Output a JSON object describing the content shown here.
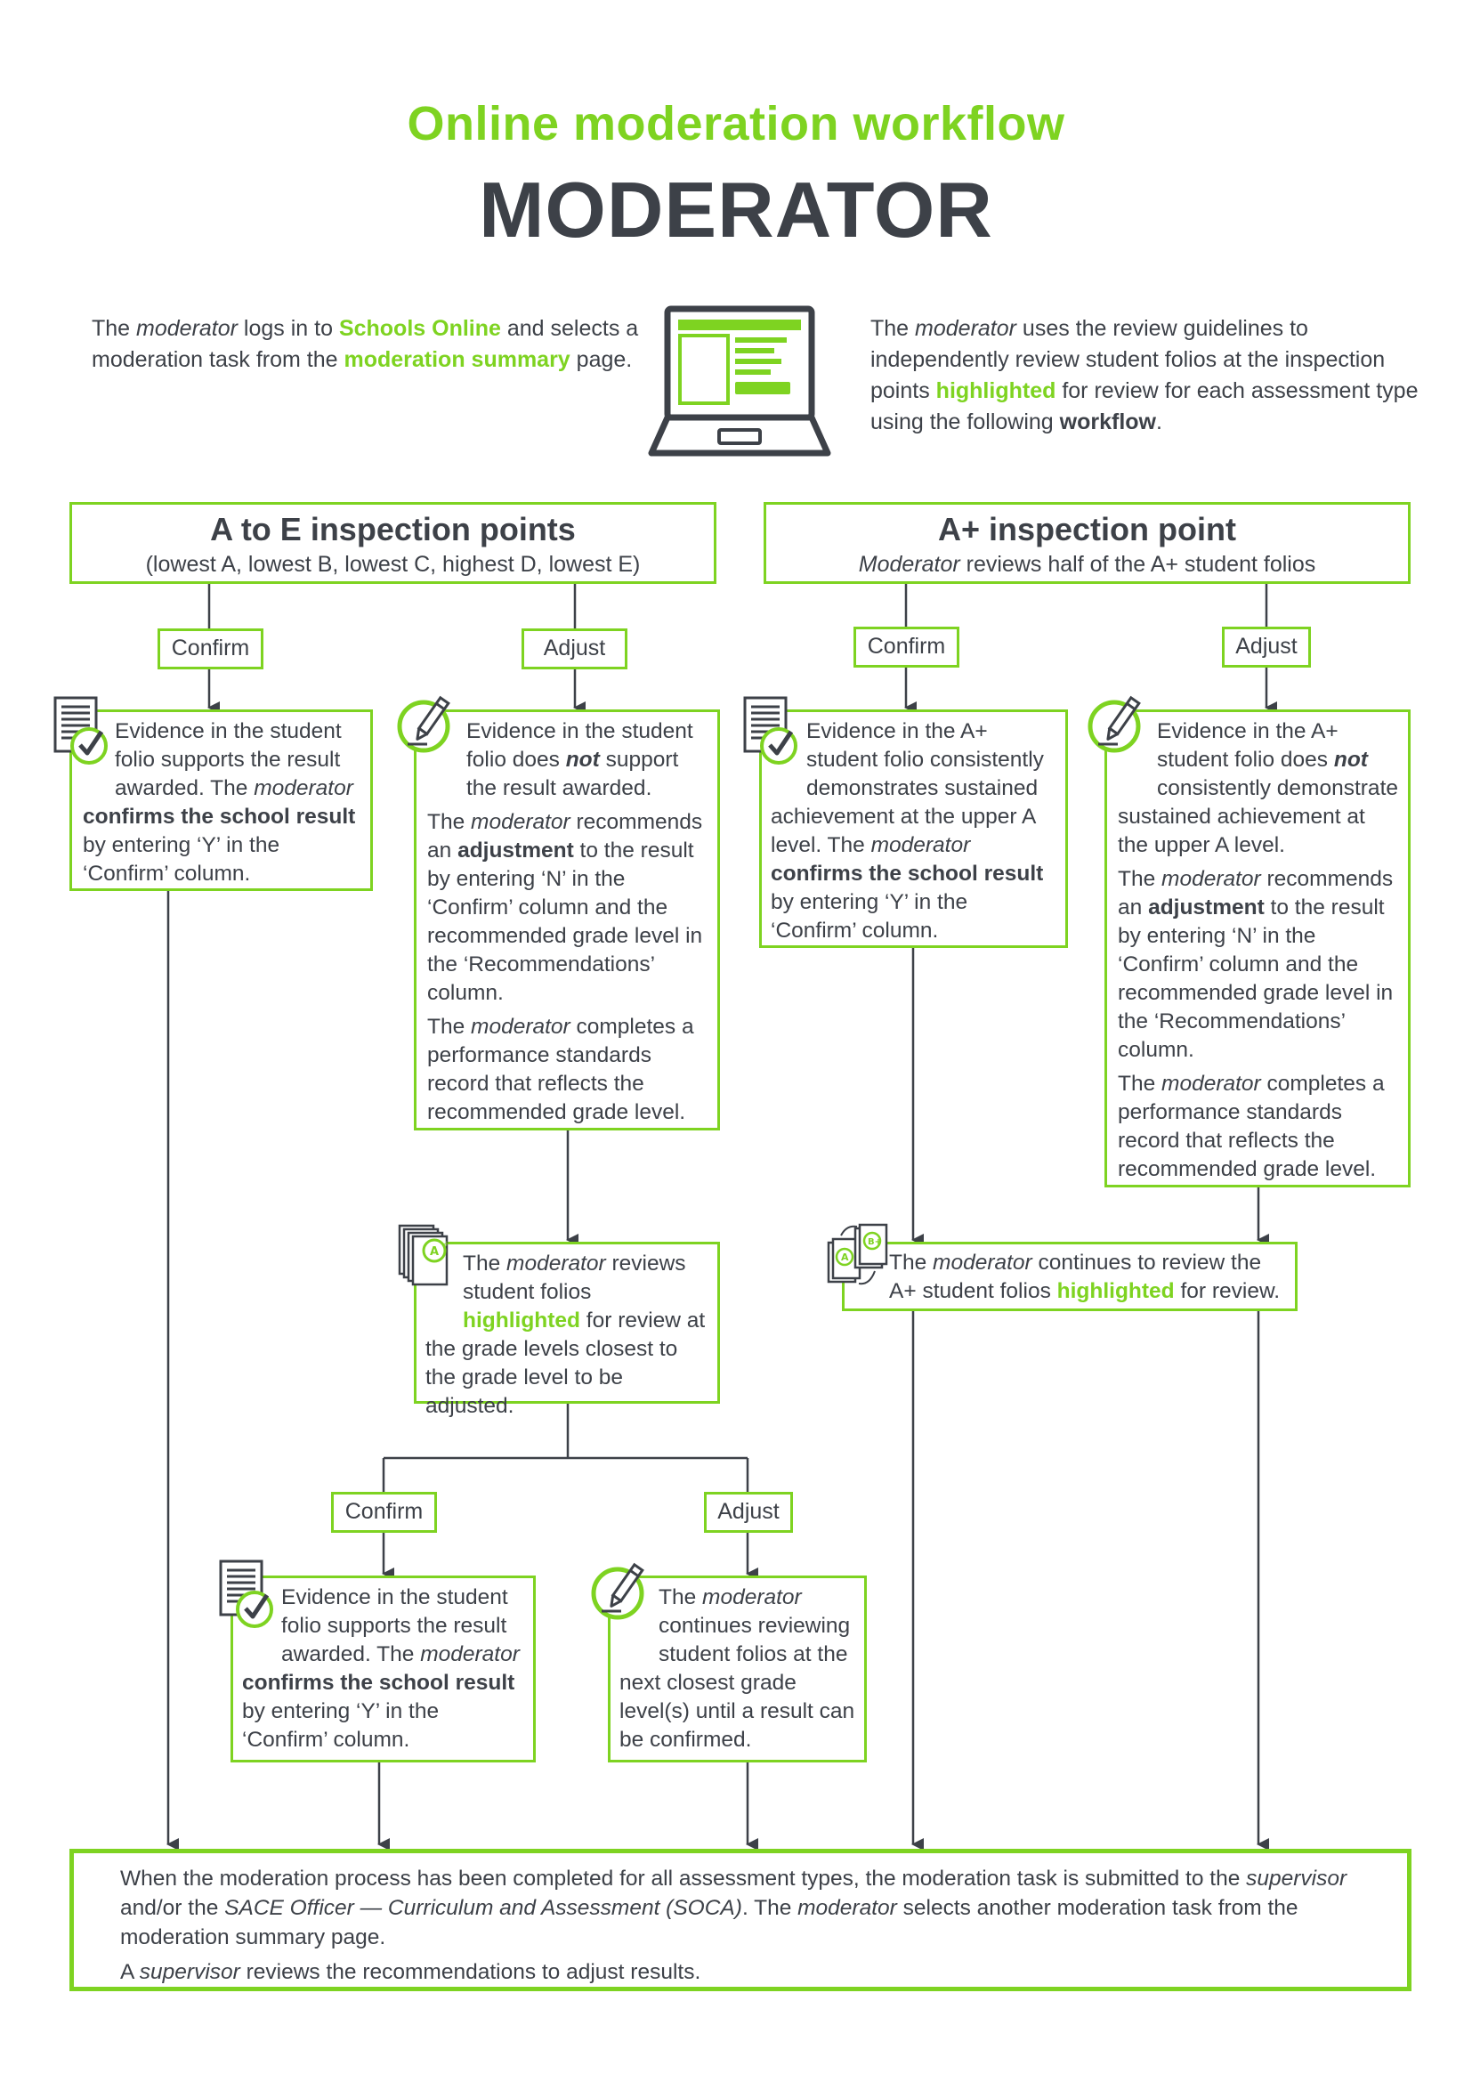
{
  "header": {
    "title": "Online moderation workflow",
    "subtitle": "MODERATOR"
  },
  "intro": {
    "left": {
      "t1": "The ",
      "t2": "moderator",
      "t3": " logs in to ",
      "t4": "Schools Online",
      "t5": " and selects a moderation task from the ",
      "t6": "moderation summary",
      "t7": " page."
    },
    "right": {
      "t1": "The ",
      "t2": "moderator",
      "t3": " uses the review guidelines to independently review student folios at the inspection points ",
      "t4": "highlighted",
      "t5": " for review for each assessment type using the following ",
      "t6": "workflow",
      "t7": "."
    },
    "laptop_icon": "laptop-icon"
  },
  "a_to_e": {
    "title": "A to E inspection points",
    "subtitle": "(lowest A, lowest B, lowest C, highest D, lowest E)",
    "confirm_label": "Confirm",
    "adjust_label": "Adjust",
    "confirm_box": {
      "t1": "Evidence in the student folio supports the result awarded. The ",
      "t2": "moderator",
      "t3": " ",
      "t4": "confirms the school result",
      "t5": " by entering ‘Y’ in the ‘Confirm’ column."
    },
    "adjust_box": {
      "p1a": "Evidence in the student folio does ",
      "p1b": "not",
      "p1c": " support the result awarded.",
      "p2a": "The ",
      "p2b": "moderator",
      "p2c": " recommends an ",
      "p2d": "adjustment",
      "p2e": " to the result by entering ‘N’ in the ‘Confirm’ column and the recommended grade level in the ‘Recommendations’ column.",
      "p3a": "The ",
      "p3b": "moderator",
      "p3c": " completes a performance standards record that reflects the recommended grade level."
    },
    "review_box": {
      "t1": "The ",
      "t2": "moderator",
      "t3": " reviews student folios ",
      "t4": "highlighted",
      "t5": " for review at the grade levels closest to the grade level to be adjusted."
    },
    "confirm2_label": "Confirm",
    "adjust2_label": "Adjust",
    "confirm2_box": {
      "t1": "Evidence in the student folio supports the result awarded. The ",
      "t2": "moderator",
      "t3": " ",
      "t4": "confirms the school result",
      "t5": " by entering ‘Y’ in the ‘Confirm’ column."
    },
    "adjust2_box": {
      "t1": "The ",
      "t2": "moderator",
      "t3": " continues reviewing student folios at the next closest grade level(s) until a result can be confirmed."
    }
  },
  "a_plus": {
    "title": "A+ inspection point",
    "sub_a": "Moderator",
    "sub_b": " reviews half of the A+ student folios",
    "confirm_label": "Confirm",
    "adjust_label": "Adjust",
    "confirm_box": {
      "t1": "Evidence in the A+ student folio consistently demonstrates sustained achievement at the upper A level. The ",
      "t2": "moderator",
      "t3": " ",
      "t4": "confirms the school result",
      "t5": " by entering ‘Y’ in the ‘Confirm’ column."
    },
    "adjust_box": {
      "p1a": "Evidence in the A+ student folio does ",
      "p1b": "not",
      "p1c": " consistently demonstrate sustained achievement at the upper A level.",
      "p2a": "The ",
      "p2b": "moderator",
      "p2c": " recommends an ",
      "p2d": "adjustment",
      "p2e": " to the result by entering ‘N’ in the ‘Confirm’ column and the recommended grade level in the ‘Recommendations’ column.",
      "p3a": "The ",
      "p3b": "moderator",
      "p3c": " completes a performance standards record that reflects the recommended grade level."
    },
    "continue_box": {
      "t1": "The ",
      "t2": "moderator",
      "t3": " continues to review the A+ student folios ",
      "t4": "highlighted",
      "t5": " for review."
    }
  },
  "footer": {
    "p1a": "When the moderation process has been completed for all assessment types, the moderation task is submitted to the ",
    "p1b": "supervisor",
    "p1c": " and/or the ",
    "p1d": "SACE Officer — Curriculum and Assessment (SOCA)",
    "p1e": ". The ",
    "p1f": "moderator",
    "p1g": " selects another moderation task from the moderation summary page.",
    "p2a": "A ",
    "p2b": "supervisor",
    "p2c": " reviews the recommendations to adjust results."
  },
  "colors": {
    "accent": "#7ed321",
    "text": "#3d4148",
    "dark": "#3d4148"
  }
}
